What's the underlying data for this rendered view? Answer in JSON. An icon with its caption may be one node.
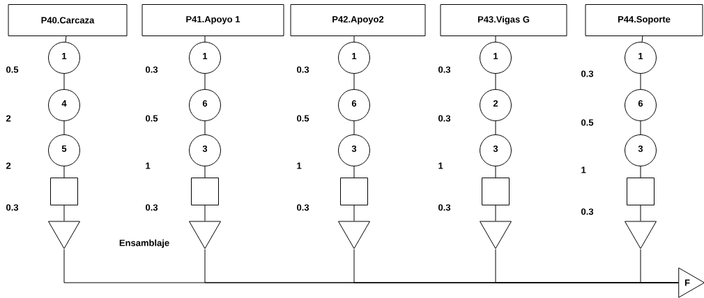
{
  "diagram": {
    "nodes": [
      {
        "text": [
          "P40.Carcaza"
        ]
      },
      {
        "text": [
          "1"
        ]
      },
      {
        "text": [
          "4"
        ]
      },
      {
        "text": [
          "5"
        ]
      },
      {
        "text": [],
        "shape": "box"
      },
      {
        "text": [],
        "shape": "triangle"
      },
      {
        "text": [
          "P41.Apoyo 1"
        ]
      },
      {
        "text": [
          "1"
        ]
      },
      {
        "text": [
          "6"
        ]
      },
      {
        "text": [
          "3"
        ]
      },
      {
        "text": [],
        "shape": "box"
      },
      {
        "text": [],
        "shape": "triangle"
      },
      {
        "text": [
          "P42.Apoyo2"
        ]
      },
      {
        "text": [
          "1"
        ]
      },
      {
        "text": [
          "6"
        ]
      },
      {
        "text": [
          "3"
        ]
      },
      {
        "text": [],
        "shape": "box"
      },
      {
        "text": [],
        "shape": "triangle"
      },
      {
        "text": [
          "P43.Vigas G"
        ]
      },
      {
        "text": [
          "1"
        ]
      },
      {
        "text": [
          "2"
        ]
      },
      {
        "text": [
          "3"
        ]
      },
      {
        "text": [],
        "shape": "box"
      },
      {
        "text": [],
        "shape": "triangle"
      },
      {
        "text": [
          "P44.Soporte"
        ]
      },
      {
        "text": [
          "1"
        ]
      },
      {
        "text": [
          "6"
        ]
      },
      {
        "text": [
          "3"
        ]
      },
      {
        "text": [],
        "shape": "box"
      },
      {
        "text": [],
        "shape": "triangle"
      },
      {
        "text": [
          "F"
        ]
      }
    ],
    "edges": [
      {
        "from": 0,
        "to": 1,
        "arrow": "none"
      },
      {
        "from": 1,
        "to": 2,
        "arrow": "none"
      },
      {
        "from": 2,
        "to": 3,
        "arrow": "none"
      },
      {
        "from": 3,
        "to": 4,
        "arrow": "none"
      },
      {
        "from": 4,
        "to": 5,
        "arrow": "none"
      },
      {
        "from": 6,
        "to": 7,
        "arrow": "none"
      },
      {
        "from": 7,
        "to": 8,
        "arrow": "none"
      },
      {
        "from": 8,
        "to": 9,
        "arrow": "none"
      },
      {
        "from": 9,
        "to": 10,
        "arrow": "none"
      },
      {
        "from": 10,
        "to": 11,
        "arrow": "none"
      },
      {
        "from": 12,
        "to": 13,
        "arrow": "none"
      },
      {
        "from": 13,
        "to": 14,
        "arrow": "none"
      },
      {
        "from": 14,
        "to": 15,
        "arrow": "none"
      },
      {
        "from": 15,
        "to": 16,
        "arrow": "none"
      },
      {
        "from": 16,
        "to": 17,
        "arrow": "none"
      },
      {
        "from": 18,
        "to": 19,
        "arrow": "none"
      },
      {
        "from": 19,
        "to": 20,
        "arrow": "none"
      },
      {
        "from": 20,
        "to": 21,
        "arrow": "none"
      },
      {
        "from": 21,
        "to": 22,
        "arrow": "none"
      },
      {
        "from": 22,
        "to": 23,
        "arrow": "none"
      },
      {
        "from": 24,
        "to": 25,
        "arrow": "none"
      },
      {
        "from": 25,
        "to": 26,
        "arrow": "none"
      },
      {
        "from": 26,
        "to": 27,
        "arrow": "none"
      },
      {
        "from": 27,
        "to": 28,
        "arrow": "none"
      },
      {
        "from": 28,
        "to": 29,
        "arrow": "none"
      },
      {
        "from": 5,
        "to": 30,
        "arrow": "none"
      },
      {
        "from": 11,
        "to": 30,
        "arrow": "none"
      },
      {
        "from": 17,
        "to": 30,
        "arrow": "none"
      },
      {
        "from": 23,
        "to": 30,
        "arrow": "none"
      },
      {
        "from": 29,
        "to": 30,
        "arrow": "none"
      }
    ],
    "labels": [
      "0.5",
      "0.3",
      "0.3",
      "0.3",
      "0.3",
      "2",
      "0.5",
      "0.5",
      "0.3",
      "0.5",
      "2",
      "1",
      "1",
      "1",
      "1",
      "0.3",
      "0.3",
      "0.3",
      "0.3",
      "0.3",
      "Ensamblaje"
    ]
  }
}
